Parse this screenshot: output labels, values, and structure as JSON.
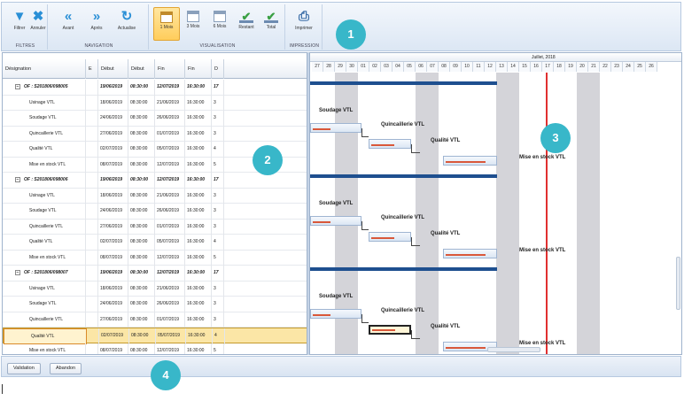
{
  "ribbon": {
    "groups": [
      {
        "label": "FILTRES",
        "buttons": [
          {
            "label": "Filtrer",
            "icon": "funnel-icon",
            "glyph": "▼"
          },
          {
            "label": "Annuler",
            "icon": "close-icon",
            "glyph": "✖"
          }
        ]
      },
      {
        "label": "NAVIGATION",
        "buttons": [
          {
            "label": "Avant",
            "icon": "double-chevron-left-icon",
            "glyph": "«"
          },
          {
            "label": "Après",
            "icon": "double-chevron-right-icon",
            "glyph": "»"
          },
          {
            "label": "Actualise",
            "icon": "refresh-icon",
            "glyph": "↻"
          }
        ]
      },
      {
        "label": "VISUALISATION",
        "buttons": [
          {
            "label": "1 Mois",
            "icon": "calendar-icon",
            "active": true
          },
          {
            "label": "3 Mois",
            "icon": "calendar-icon"
          },
          {
            "label": "6 Mois",
            "icon": "calendar-icon"
          },
          {
            "label": "Restant",
            "icon": "checkmark-icon",
            "glyph": "✔"
          },
          {
            "label": "Total",
            "icon": "checkmark-icon",
            "glyph": "✔"
          }
        ]
      },
      {
        "label": "IMPRESSION",
        "buttons": [
          {
            "label": "Imprimer",
            "icon": "printer-icon",
            "glyph": "⎙"
          }
        ]
      }
    ]
  },
  "grid": {
    "columns": [
      "Désignation",
      "E",
      "Début",
      "Début",
      "Fin",
      "Fin",
      "D"
    ],
    "rows": [
      {
        "type": "group",
        "cells": [
          "OF : S201806/098005",
          "",
          "19/06/2019",
          "08:30:00",
          "12/07/2019",
          "16:30:00",
          "17"
        ]
      },
      {
        "type": "task",
        "cells": [
          "Usinage VTL",
          "",
          "18/06/2019",
          "08:30:00",
          "21/06/2019",
          "16:30:00",
          "3"
        ]
      },
      {
        "type": "task",
        "cells": [
          "Soudage VTL",
          "",
          "24/06/2019",
          "08:30:00",
          "26/06/2019",
          "16:30:00",
          "3"
        ]
      },
      {
        "type": "task",
        "cells": [
          "Quincaillerie VTL",
          "",
          "27/06/2019",
          "08:30:00",
          "01/07/2019",
          "16:30:00",
          "3"
        ]
      },
      {
        "type": "task",
        "cells": [
          "Qualité VTL",
          "",
          "02/07/2019",
          "08:30:00",
          "05/07/2019",
          "16:30:00",
          "4"
        ]
      },
      {
        "type": "task",
        "cells": [
          "Mise en stock VTL",
          "",
          "08/07/2019",
          "08:30:00",
          "12/07/2019",
          "16:30:00",
          "5"
        ]
      },
      {
        "type": "group",
        "cells": [
          "OF : S201806/098006",
          "",
          "19/06/2019",
          "08:30:00",
          "12/07/2019",
          "16:30:00",
          "17"
        ]
      },
      {
        "type": "task",
        "cells": [
          "Usinage VTL",
          "",
          "18/06/2019",
          "08:30:00",
          "21/06/2019",
          "16:30:00",
          "3"
        ]
      },
      {
        "type": "task",
        "cells": [
          "Soudage VTL",
          "",
          "24/06/2019",
          "08:30:00",
          "26/06/2019",
          "16:30:00",
          "3"
        ]
      },
      {
        "type": "task",
        "cells": [
          "Quincaillerie VTL",
          "",
          "27/06/2019",
          "08:30:00",
          "01/07/2019",
          "16:30:00",
          "3"
        ]
      },
      {
        "type": "task",
        "cells": [
          "Qualité VTL",
          "",
          "02/07/2019",
          "08:30:00",
          "05/07/2019",
          "16:30:00",
          "4"
        ]
      },
      {
        "type": "task",
        "cells": [
          "Mise en stock VTL",
          "",
          "08/07/2019",
          "08:30:00",
          "12/07/2019",
          "16:30:00",
          "5"
        ]
      },
      {
        "type": "group",
        "cells": [
          "OF : S201806/098007",
          "",
          "19/06/2019",
          "08:30:00",
          "12/07/2019",
          "16:30:00",
          "17"
        ]
      },
      {
        "type": "task",
        "cells": [
          "Usinage VTL",
          "",
          "18/06/2019",
          "08:30:00",
          "21/06/2019",
          "16:30:00",
          "3"
        ]
      },
      {
        "type": "task",
        "cells": [
          "Soudage VTL",
          "",
          "24/06/2019",
          "08:30:00",
          "26/06/2019",
          "16:30:00",
          "3"
        ]
      },
      {
        "type": "task",
        "cells": [
          "Quincaillerie VTL",
          "",
          "27/06/2019",
          "08:30:00",
          "01/07/2019",
          "16:30:00",
          "3"
        ]
      },
      {
        "type": "task",
        "selected": true,
        "cells": [
          "Qualité VTL",
          "",
          "02/07/2019",
          "08:30:00",
          "05/07/2019",
          "16:30:00",
          "4"
        ]
      },
      {
        "type": "task",
        "cells": [
          "Mise en stock VTL",
          "",
          "08/07/2019",
          "08:30:00",
          "12/07/2019",
          "16:30:00",
          "5"
        ]
      }
    ]
  },
  "gantt": {
    "month_label": "Juillet, 2018",
    "days": [
      "27",
      "28",
      "29",
      "30",
      "01",
      "02",
      "03",
      "04",
      "05",
      "06",
      "07",
      "08",
      "09",
      "10",
      "11",
      "12",
      "13",
      "14",
      "15",
      "16",
      "17",
      "18",
      "19",
      "20",
      "21",
      "22",
      "23",
      "24",
      "25",
      "26"
    ],
    "weekend_day_indexes": [
      2,
      9,
      16,
      23
    ],
    "today_day_index": 20.3,
    "task_labels": {
      "soudage": "Soudage VTL",
      "quincaillerie": "Quincaillerie VTL",
      "qualite": "Qualité VTL",
      "stock": "Mise en stock VTL"
    }
  },
  "bottom": {
    "validation_label": "Validation",
    "abandon_label": "Abandon"
  },
  "callouts": [
    "1",
    "2",
    "3",
    "4"
  ],
  "colors": {
    "accent": "#38b7c9",
    "today_line": "#e03030",
    "summary_bar": "#1e4f8f",
    "progress": "#d9583a",
    "selection": "#fbe6a6"
  }
}
